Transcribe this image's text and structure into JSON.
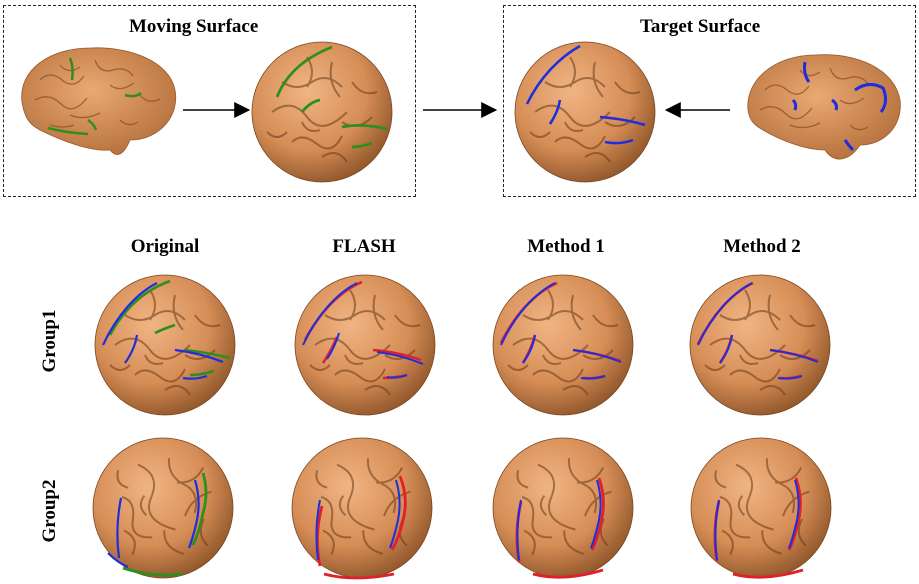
{
  "panels": {
    "moving": {
      "title": "Moving Surface"
    },
    "target": {
      "title": "Target Surface"
    }
  },
  "columns": [
    "Original",
    "FLASH",
    "Method 1",
    "Method 2"
  ],
  "rows": [
    "Group1",
    "Group2"
  ],
  "colors": {
    "surface": "#d68d56",
    "surface_dark": "#8c5328",
    "moving_curve": "#2f8f1c",
    "target_curve": "#1e2de0",
    "warped_curve": "#e0202a",
    "arrow": "#000000"
  }
}
